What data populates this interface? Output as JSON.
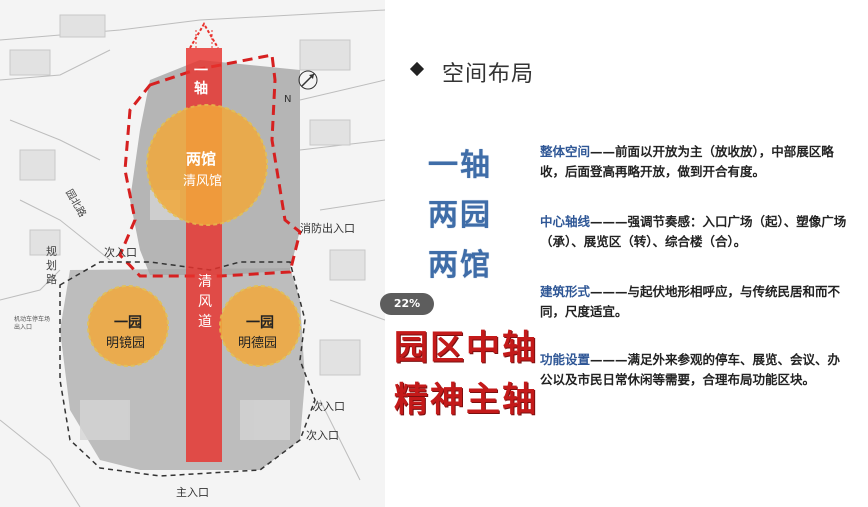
{
  "section": {
    "title": "空间布局",
    "bullet_icon": "diamond-bullet-icon"
  },
  "badge": "22%",
  "keywords": {
    "axis": "一轴",
    "gardens": "两园",
    "halls": "两馆",
    "central_axis": "园区中轴",
    "spirit_axis": "精神主轴"
  },
  "descriptions": [
    {
      "key": "整体空间",
      "text": "——前面以开放为主（放收放），中部展区略收，后面登高再略开放，做到开合有度。"
    },
    {
      "key": "中心轴线",
      "text": "———强调节奏感：入口广场（起）、塑像广场（承）、展览区（转）、综合楼（合）。"
    },
    {
      "key": "建筑形式",
      "text": "———与起伏地形相呼应，与传统民居和而不同，尺度适宜。"
    },
    {
      "key": "功能设置",
      "text": "———满足外来参观的停车、展览、会议、办公以及市民日常休闲等需要，合理布局功能区块。"
    }
  ],
  "map": {
    "axis_label": "一轴",
    "hall_title": "两馆",
    "hall_name": "清风馆",
    "road_label": "清风道",
    "garden_left_title": "一园",
    "garden_left_name": "明镜园",
    "garden_right_title": "一园",
    "garden_right_name": "明德园",
    "fire_entrance": "消防出入口",
    "entrance_2a": "次入口",
    "entrance_2b": "次入口",
    "entrance_2c": "次入口",
    "main_entrance": "主入口",
    "road_plan": "规划路",
    "road_north": "园北路",
    "north_arrow": "north-arrow-icon",
    "parking_text": "机动车停车场出入口"
  },
  "colors": {
    "axis_red": "#e8322d",
    "circle_fill": "#f2a93b",
    "boundary_red": "#d62020",
    "keyword_blue": "#3f6da8",
    "keyword_red": "#c41a1a"
  }
}
